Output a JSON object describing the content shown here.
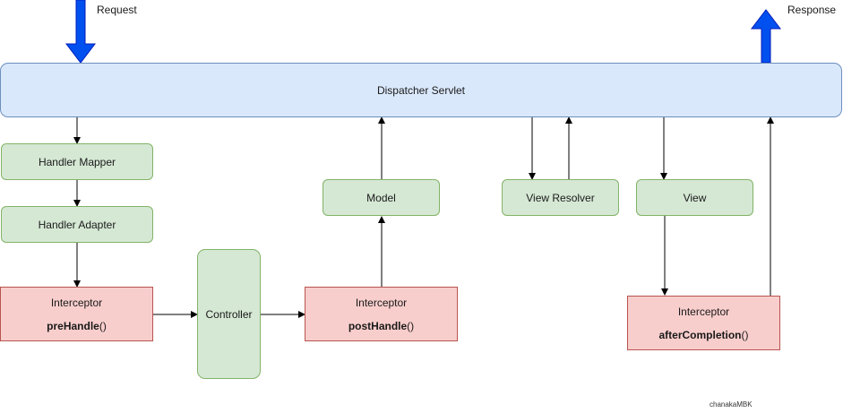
{
  "labels": {
    "request": "Request",
    "response": "Response",
    "dispatcher_servlet": "Dispatcher Servlet",
    "handler_mapper": "Handler Mapper",
    "handler_adapter": "Handler Adapter",
    "model": "Model",
    "view_resolver": "View Resolver",
    "view": "View",
    "controller": "Controller",
    "watermark": "chanakaMBK"
  },
  "interceptors": {
    "pre": {
      "title": "Interceptor",
      "method": "preHandle",
      "suffix": "()"
    },
    "post": {
      "title": "Interceptor",
      "method": "postHandle",
      "suffix": "()"
    },
    "after": {
      "title": "Interceptor",
      "method": "afterCompletion",
      "suffix": "()"
    }
  },
  "colors": {
    "arrow_blue": "#0050ef",
    "arrow_blue_stroke": "#001dbc",
    "green_fill": "#d5e8d4",
    "green_stroke": "#82b366",
    "blue_fill": "#dae8fc",
    "blue_stroke": "#6c8ebf",
    "red_fill": "#f8cecc",
    "red_stroke": "#b85450"
  }
}
